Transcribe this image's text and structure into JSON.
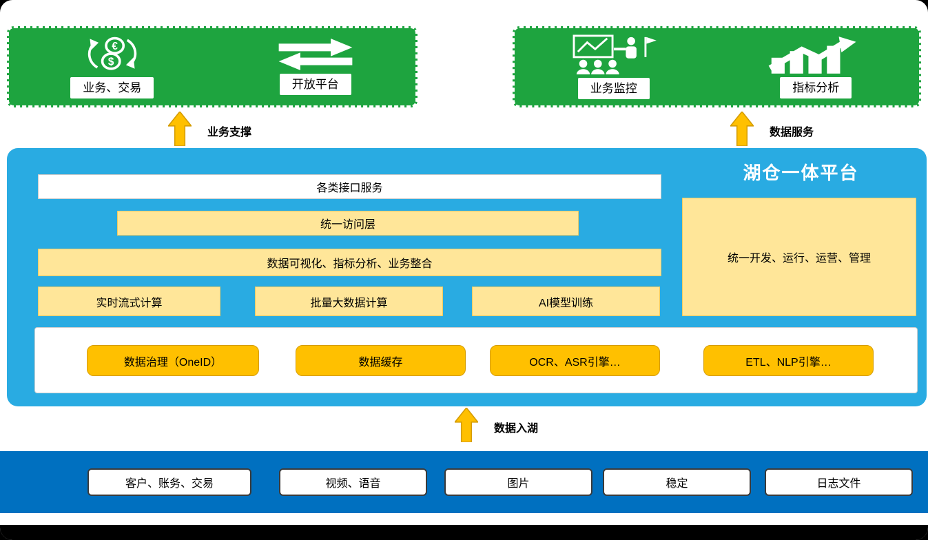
{
  "top_groups": {
    "left": {
      "items": [
        {
          "icon": "currency-exchange-icon",
          "label": "业务、交易"
        },
        {
          "icon": "exchange-arrows-icon",
          "label": "开放平台"
        }
      ]
    },
    "right": {
      "items": [
        {
          "icon": "presentation-monitoring-icon",
          "label": "业务监控"
        },
        {
          "icon": "growth-chart-icon",
          "label": "指标分析"
        }
      ]
    }
  },
  "flow_labels": {
    "business_support": "业务支撑",
    "data_service": "数据服务",
    "data_into_lake": "数据入湖"
  },
  "platform": {
    "title": "湖仓一体平台",
    "interface_bar": "各类接口服务",
    "access_bar": "统一访问层",
    "viz_bar": "数据可视化、指标分析、业务整合",
    "compute_boxes": [
      "实时流式计算",
      "批量大数据计算",
      "AI模型训练"
    ],
    "management_box": "统一开发、运行、运营、管理",
    "engine_buttons": [
      "数据治理（OneID）",
      "数据缓存",
      "OCR、ASR引擎…",
      "ETL、NLP引擎…"
    ]
  },
  "data_sources": [
    "客户、账务、交易",
    "视频、语音",
    "图片",
    "稳定",
    "日志文件"
  ],
  "colors": {
    "green": "#1EA43F",
    "platform_blue": "#29ABE2",
    "light_yellow": "#FFE699",
    "gold": "#FFC000",
    "band_blue": "#0070C0",
    "black": "#000000"
  }
}
